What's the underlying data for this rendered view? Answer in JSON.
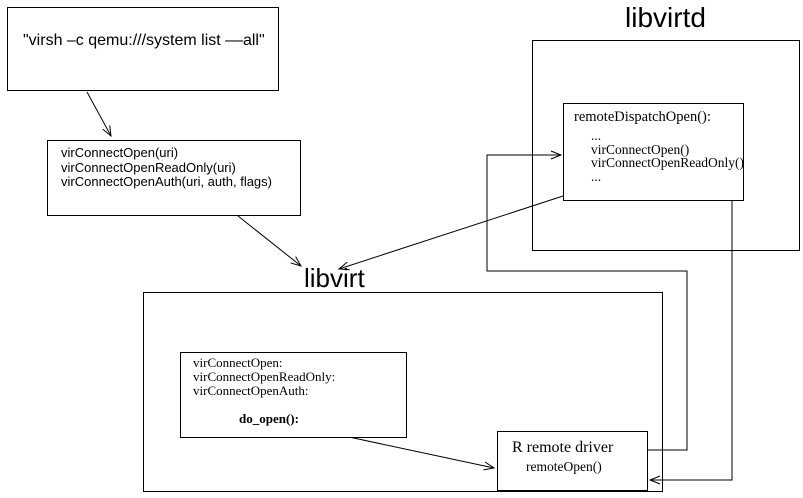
{
  "diagram": {
    "background": "#ffffff",
    "line_color": "#000000",
    "virsh_box": {
      "text": "\"virsh –c qemu:///system list ––all\""
    },
    "api_box": {
      "lines": [
        "virConnectOpen(uri)",
        "virConnectOpenReadOnly(uri)",
        "virConnectOpenAuth(uri, auth, flags)"
      ]
    },
    "libvirtd": {
      "label": "libvirtd",
      "dispatch_box": {
        "title": "remoteDispatchOpen():",
        "lines": [
          "...",
          "virConnectOpen()",
          "virConnectOpenReadOnly()",
          "..."
        ]
      }
    },
    "libvirt": {
      "label": "libvirt",
      "open_box": {
        "lines": [
          "virConnectOpen:",
          "virConnectOpenReadOnly:",
          "virConnectOpenAuth:"
        ],
        "call": "do_open():"
      },
      "remote_driver_box": {
        "title": "R remote driver",
        "call": "remoteOpen()"
      }
    },
    "arrows": [
      {
        "from": "virsh-command-box",
        "to": "virconnect-api-box"
      },
      {
        "from": "virconnect-api-box",
        "to": "libvirt-label"
      },
      {
        "from": "remote-dispatch-open-box",
        "to": "libvirt-label"
      },
      {
        "from": "remote-driver-box",
        "to": "remote-dispatch-open-box"
      },
      {
        "from": "remote-dispatch-open-box",
        "to": "remote-driver-box"
      },
      {
        "from": "do-open-box",
        "to": "remote-driver-box"
      }
    ]
  }
}
